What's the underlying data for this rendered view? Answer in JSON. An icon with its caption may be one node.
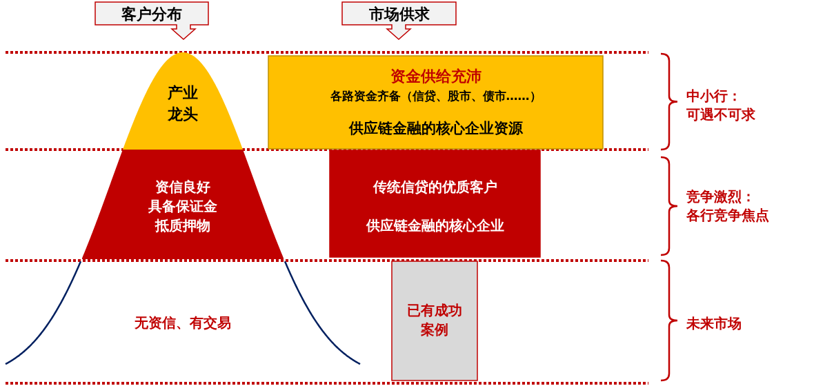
{
  "diagram": {
    "nodes": [
      {
        "text": [
          "客户分布"
        ]
      },
      {
        "text": [
          "市场供求"
        ]
      },
      {
        "text": [
          "产业龙头"
        ]
      },
      {
        "text": [
          "资信良好",
          "具备保证金",
          "抵质押物"
        ]
      },
      {
        "text": [
          "无资信、有交易"
        ]
      },
      {
        "text": [
          "资金供给充沛",
          "各路资金齐备（信贷、股市、债市……）",
          "供应链金融的核心企业资源"
        ]
      },
      {
        "text": [
          "传统信贷的优质客户",
          "供应链金融的核心企业"
        ]
      },
      {
        "text": [
          "已有成功案例"
        ]
      }
    ],
    "labels": [
      "中小行：",
      "可遇不可求",
      "竞争激烈：",
      "各行竞争焦点",
      "未来市场"
    ]
  }
}
